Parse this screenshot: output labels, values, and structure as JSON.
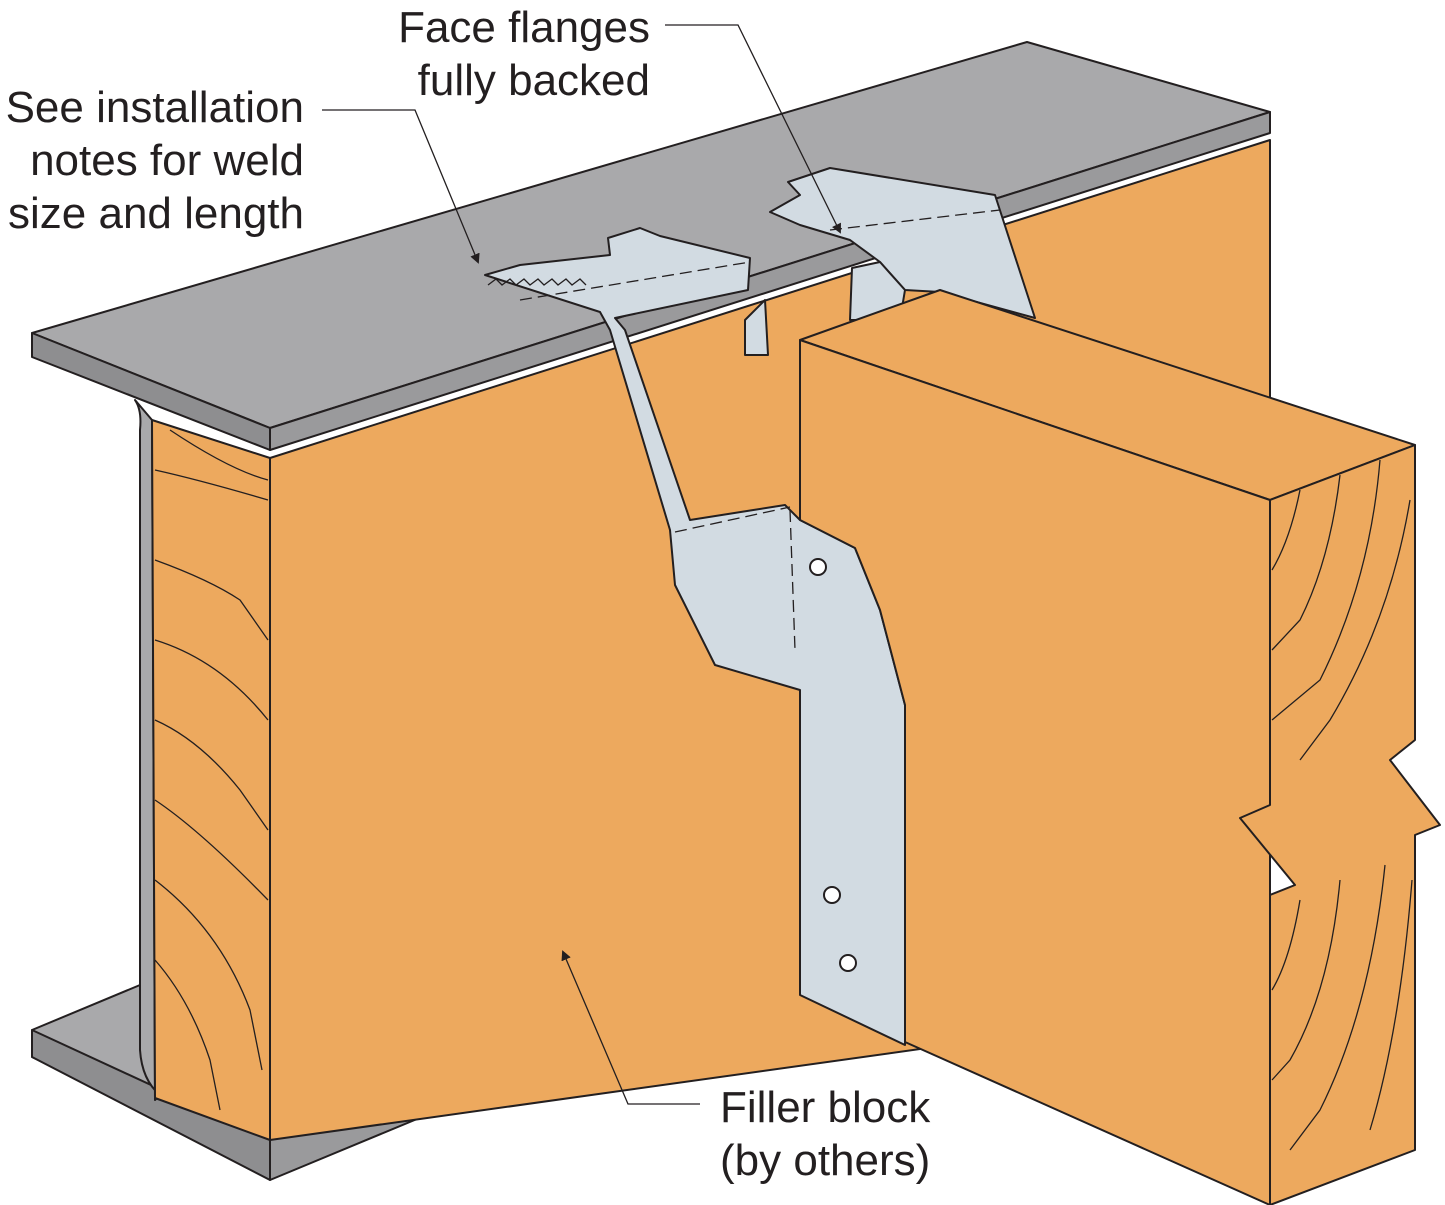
{
  "labels": {
    "weld_note": [
      "See installation",
      "notes for weld",
      "size and length"
    ],
    "face_flanges": [
      "Face flanges",
      "fully backed"
    ],
    "filler_block": [
      "Filler block",
      "(by others)"
    ]
  },
  "colors": {
    "wood": "#EDA95E",
    "steel_top": "#A9A9AB",
    "steel_edge": "#8E8E90",
    "hanger": "#D2DBE2",
    "outline": "#231F20"
  }
}
